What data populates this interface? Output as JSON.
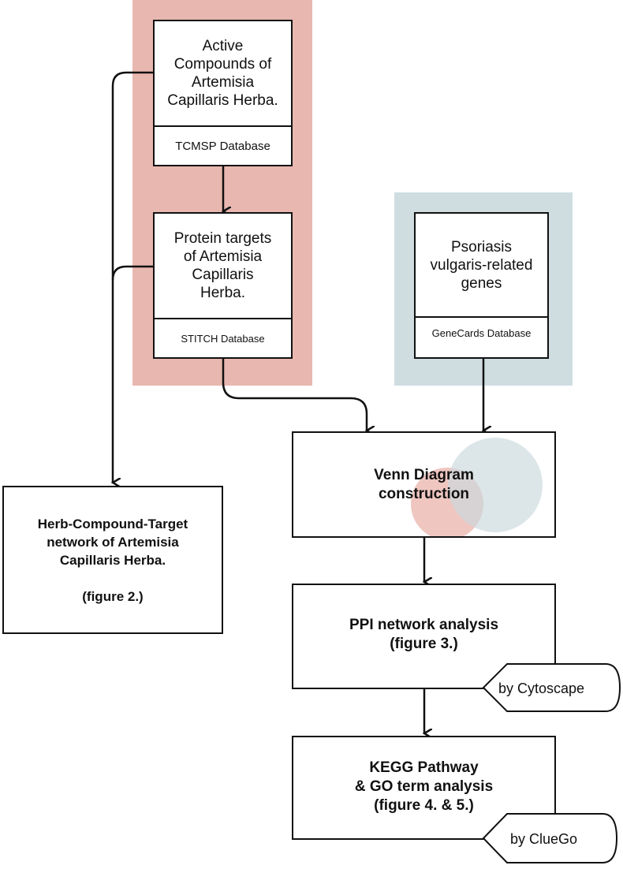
{
  "nodes": {
    "active_compounds": {
      "label_lines": [
        "Active",
        "Compounds of",
        "Artemisia",
        "Capillaris Herba."
      ],
      "db": "TCMSP Database"
    },
    "protein_targets": {
      "label_lines": [
        "Protein targets",
        "of Artemisia",
        "Capillaris",
        "Herba."
      ],
      "db": "STITCH Database"
    },
    "psoriasis_genes": {
      "label_lines": [
        "Psoriasis",
        "vulgaris-related",
        "genes"
      ],
      "db": "GeneCards Database"
    },
    "venn": {
      "label_lines": [
        "Venn Diagram",
        "construction"
      ]
    },
    "herb_network": {
      "label_lines": [
        "Herb-Compound-Target",
        "network of Artemisia",
        "Capillaris Herba.",
        "",
        "(figure 2.)"
      ]
    },
    "ppi": {
      "label_lines": [
        "PPI network analysis",
        "(figure 3.)"
      ],
      "tag": "by Cytoscape"
    },
    "kegg": {
      "label_lines": [
        "KEGG Pathway",
        "& GO term analysis",
        "(figure 4. & 5.)"
      ],
      "tag": "by ClueGo"
    }
  },
  "colors": {
    "herb_group": "#e8b7b0",
    "disease_group": "#cfdde1",
    "venn_red": "#e9b3ab",
    "venn_blue": "#c9d9dd"
  }
}
